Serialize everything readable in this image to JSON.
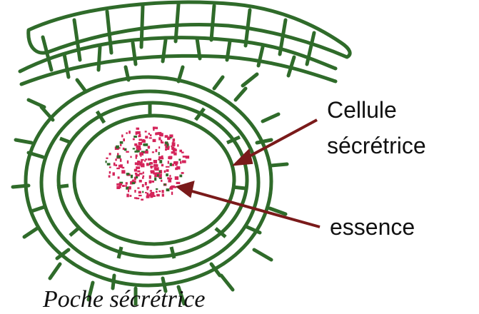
{
  "diagram": {
    "labels": {
      "cellule_line1": "Cellule",
      "cellule_line2": "sécrétrice",
      "essence": "essence"
    },
    "caption": "Poche sécrétrice",
    "colors": {
      "cell_wall": "#2f6b2a",
      "essence_droplets": "#d4245a",
      "arrow": "#7a1a1a",
      "text": "#111111"
    }
  }
}
